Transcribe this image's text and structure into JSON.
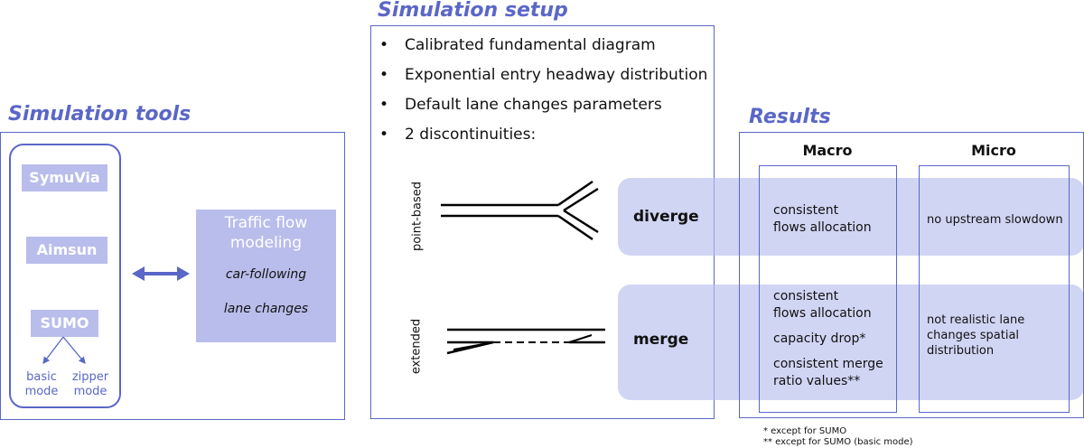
{
  "tools": {
    "title": "Simulation tools",
    "items": [
      "SymuVia",
      "Aimsun",
      "SUMO"
    ],
    "sumo_modes": [
      "basic mode",
      "zipper mode"
    ],
    "traffic_box": {
      "heading": "Traffic flow modeling",
      "items": [
        "car-following",
        "lane changes"
      ]
    }
  },
  "setup": {
    "title": "Simulation setup",
    "bullets": [
      "Calibrated fundamental diagram",
      "Exponential entry headway distribution",
      "Default lane changes parameters",
      "2 discontinuities:"
    ],
    "side_labels": [
      "point-based",
      "extended"
    ],
    "cases": [
      "diverge",
      "merge"
    ]
  },
  "results": {
    "title": "Results",
    "columns": [
      "Macro",
      "Micro"
    ],
    "diverge": {
      "macro": [
        "consistent",
        "flows allocation"
      ],
      "micro": "no upstream slowdown"
    },
    "merge": {
      "macro": [
        "consistent",
        "flows allocation",
        "capacity drop*",
        "consistent merge",
        "ratio values**"
      ],
      "micro": [
        "not realistic lane",
        "changes spatial",
        "distribution"
      ]
    },
    "footnotes": [
      "* except for SUMO",
      "** except for SUMO (basic mode)"
    ]
  },
  "colors": {
    "accent": "#5a67c7",
    "fill": "#b9bdeb",
    "band": "#c4c8f0"
  }
}
